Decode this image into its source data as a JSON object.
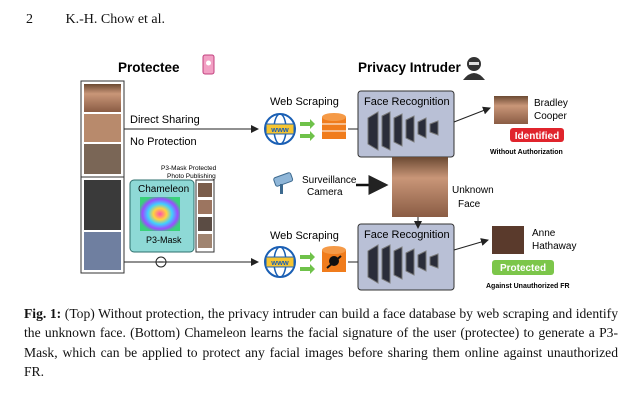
{
  "header": {
    "page_number": "2",
    "running_title": "K.-H. Chow et al."
  },
  "figure": {
    "protectee_title": "Protectee",
    "intruder_title": "Privacy Intruder",
    "direct_sharing": "Direct Sharing",
    "no_protection": "No Protection",
    "web_scraping": "Web Scraping",
    "face_recognition": "Face Recognition",
    "www": "www",
    "p3_caption_line1": "P3-Mask Protected",
    "p3_caption_line2": "Photo Publishing",
    "chameleon": "Chameleon",
    "p3_mask": "P3-Mask",
    "surveillance_line1": "Surveillance",
    "surveillance_line2": "Camera",
    "unknown_line1": "Unknown",
    "unknown_line2": "Face",
    "top_name_line1": "Bradley",
    "top_name_line2": "Cooper",
    "identified": "Identified",
    "without_auth": "Without Authorization",
    "bottom_name_line1": "Anne",
    "bottom_name_line2": "Hathaway",
    "protected": "Protected",
    "against_fr": "Against Unauthorized FR",
    "colors": {
      "identified": "#e0242c",
      "protected": "#7cc64a",
      "chameleon_box": "#8ed9d6",
      "fr_box": "#b9c0d6",
      "db": "#f07c1c",
      "www": "#1a5fb4"
    }
  },
  "caption": {
    "label": "Fig. 1:",
    "text": " (Top) Without protection, the privacy intruder can build a face database by web scraping and identify the unknown face. (Bottom) Chameleon learns the facial signature of the user (protectee) to generate a P3-Mask, which can be applied to protect any facial images before sharing them online against unauthorized FR."
  }
}
